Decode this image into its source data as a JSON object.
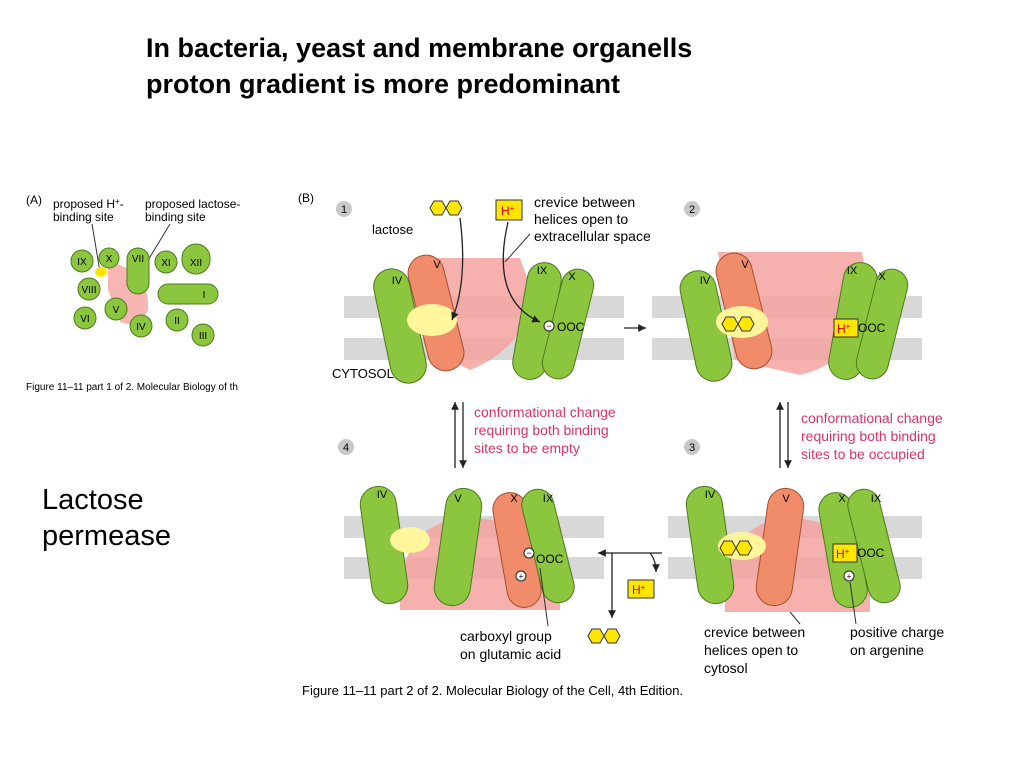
{
  "slide": {
    "title_line1": "In bacteria, yeast and membrane organells",
    "title_line2": "proton gradient is more predominant",
    "side_label_line1": "Lactose",
    "side_label_line2": "permease"
  },
  "panel_a": {
    "label": "(A)",
    "proton_site_line1": "proposed H",
    "proton_site_sup": "+",
    "proton_site_dash": "-",
    "proton_site_line2": "binding site",
    "lactose_site_line1": "proposed lactose-",
    "lactose_site_line2": "binding site",
    "helices": [
      "IX",
      "X",
      "VII",
      "XI",
      "XII",
      "VIII",
      "I",
      "V",
      "VI",
      "IV",
      "II",
      "III"
    ],
    "caption": "Figure 11–11 part 1 of 2. Molecular Biology of th"
  },
  "panel_b": {
    "label": "(B)",
    "steps": [
      "1",
      "2",
      "3",
      "4"
    ],
    "lactose_label": "lactose",
    "proton": "H",
    "proton_sup": "+",
    "crevice_extra_line1": "crevice between",
    "crevice_extra_line2": "helices open to",
    "crevice_extra_line3": "extracellular space",
    "cytosol_label": "CYTOSOL",
    "carboxyl": "OOC",
    "minus": "−",
    "plus": "+",
    "conf_empty_line1": "conformational change",
    "conf_empty_line2": "requiring both binding",
    "conf_empty_line3": "sites to be empty",
    "conf_occupied_line1": "conformational change",
    "conf_occupied_line2": "requiring both binding",
    "conf_occupied_line3": "sites to be occupied",
    "carboxyl_line1": "carboxyl group",
    "carboxyl_line2": "on glutamic acid",
    "crevice_cyto_line1": "crevice between",
    "crevice_cyto_line2": "helices open to",
    "crevice_cyto_line3": "cytosol",
    "positive_line1": "positive charge",
    "positive_line2": "on argenine",
    "helix_iv": "IV",
    "helix_v": "V",
    "helix_ix": "IX",
    "helix_x": "X",
    "caption": "Figure 11–11 part 2 of 2. Molecular Biology of the Cell, 4th Edition."
  },
  "colors": {
    "helix_green": "#8cc63f",
    "helix_orange": "#f08c6a",
    "membrane_gray": "#d8d8d8",
    "pink_fan": "#f5a3a0",
    "annotation_pink": "#d6336c",
    "lactose_yellow": "#ffe600",
    "proton_box": "#ffe600",
    "step_badge": "#c8c8c8"
  }
}
